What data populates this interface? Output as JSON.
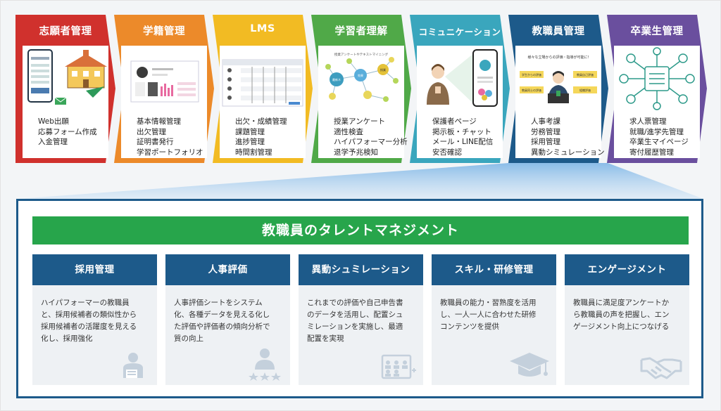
{
  "steps": [
    {
      "title": "志願者管理",
      "color": "#d0312d",
      "items": [
        "Web出願",
        "応募フォーム作成",
        "入金管理"
      ]
    },
    {
      "title": "学籍管理",
      "color": "#ec8a2a",
      "items": [
        "基本情報管理",
        "出欠管理",
        "証明書発行",
        "学習ポートフォリオ"
      ]
    },
    {
      "title": "LMS",
      "color": "#f2bb23",
      "items": [
        "出欠・成績管理",
        "課題管理",
        "進捗管理",
        "時間割管理"
      ]
    },
    {
      "title": "学習者理解",
      "color": "#50a948",
      "items": [
        "授業アンケート",
        "適性検査",
        "ハイパフォーマー分析",
        "退学予兆検知"
      ]
    },
    {
      "title": "コミュニケーション",
      "color": "#3aa6bd",
      "items": [
        "保護者ページ",
        "掲示板・チャット",
        "メール・LINE配信",
        "安否確認"
      ]
    },
    {
      "title": "教職員管理",
      "color": "#1d5a8a",
      "items": [
        "人事考課",
        "労務管理",
        "採用管理",
        "異動シミュレーション"
      ]
    },
    {
      "title": "卒業生管理",
      "color": "#6a4f9e",
      "items": [
        "求人票管理",
        "就職/進学先管理",
        "卒業生マイページ",
        "寄付履歴管理"
      ]
    }
  ],
  "illustrations": {
    "lms_table_title": "",
    "understanding_label": "授業アンケートやテキストマイニング",
    "understanding_nodes": [
      "最新ネ",
      "効果",
      "授業"
    ],
    "staff_caption": "様々な立場からの評価・指導が可能に!",
    "staff_boxes": [
      "学生からの評価",
      "教員自己評価",
      "教員同士の評価",
      "組織評価"
    ]
  },
  "talent": {
    "title": "教職員のタレントマネジメント",
    "cards": [
      {
        "title": "採用管理",
        "text": [
          "ハイパフォーマーの教職員",
          "と、採用候補者の類似性から",
          "採用候補者の活躍度を見える",
          "化し、採用強化"
        ],
        "icon": "recruit-icon"
      },
      {
        "title": "人事評価",
        "text": [
          "人事評価シートをシステム",
          "化、各種データを見える化し",
          "た評価や評価者の傾向分析で",
          "質の向上"
        ],
        "icon": "evaluation-icon"
      },
      {
        "title": "異動シュミレーション",
        "text": [
          "これまでの評価や自己申告書",
          "のデータを活用し、配置シュ",
          "ミレーションを実施し、最適",
          "配置を実現"
        ],
        "icon": "transfer-icon"
      },
      {
        "title": "スキル・研修管理",
        "text": [
          "教職員の能力・習熟度を活用",
          "し、一人一人に合わせた研修",
          "コンテンツを提供"
        ],
        "icon": "graduation-cap-icon"
      },
      {
        "title": "エンゲージメント",
        "text": [
          "教職員に満足度アンケートか",
          "ら教職員の声を把握し、エン",
          "ゲージメント向上につなげる"
        ],
        "icon": "handshake-icon"
      }
    ]
  }
}
